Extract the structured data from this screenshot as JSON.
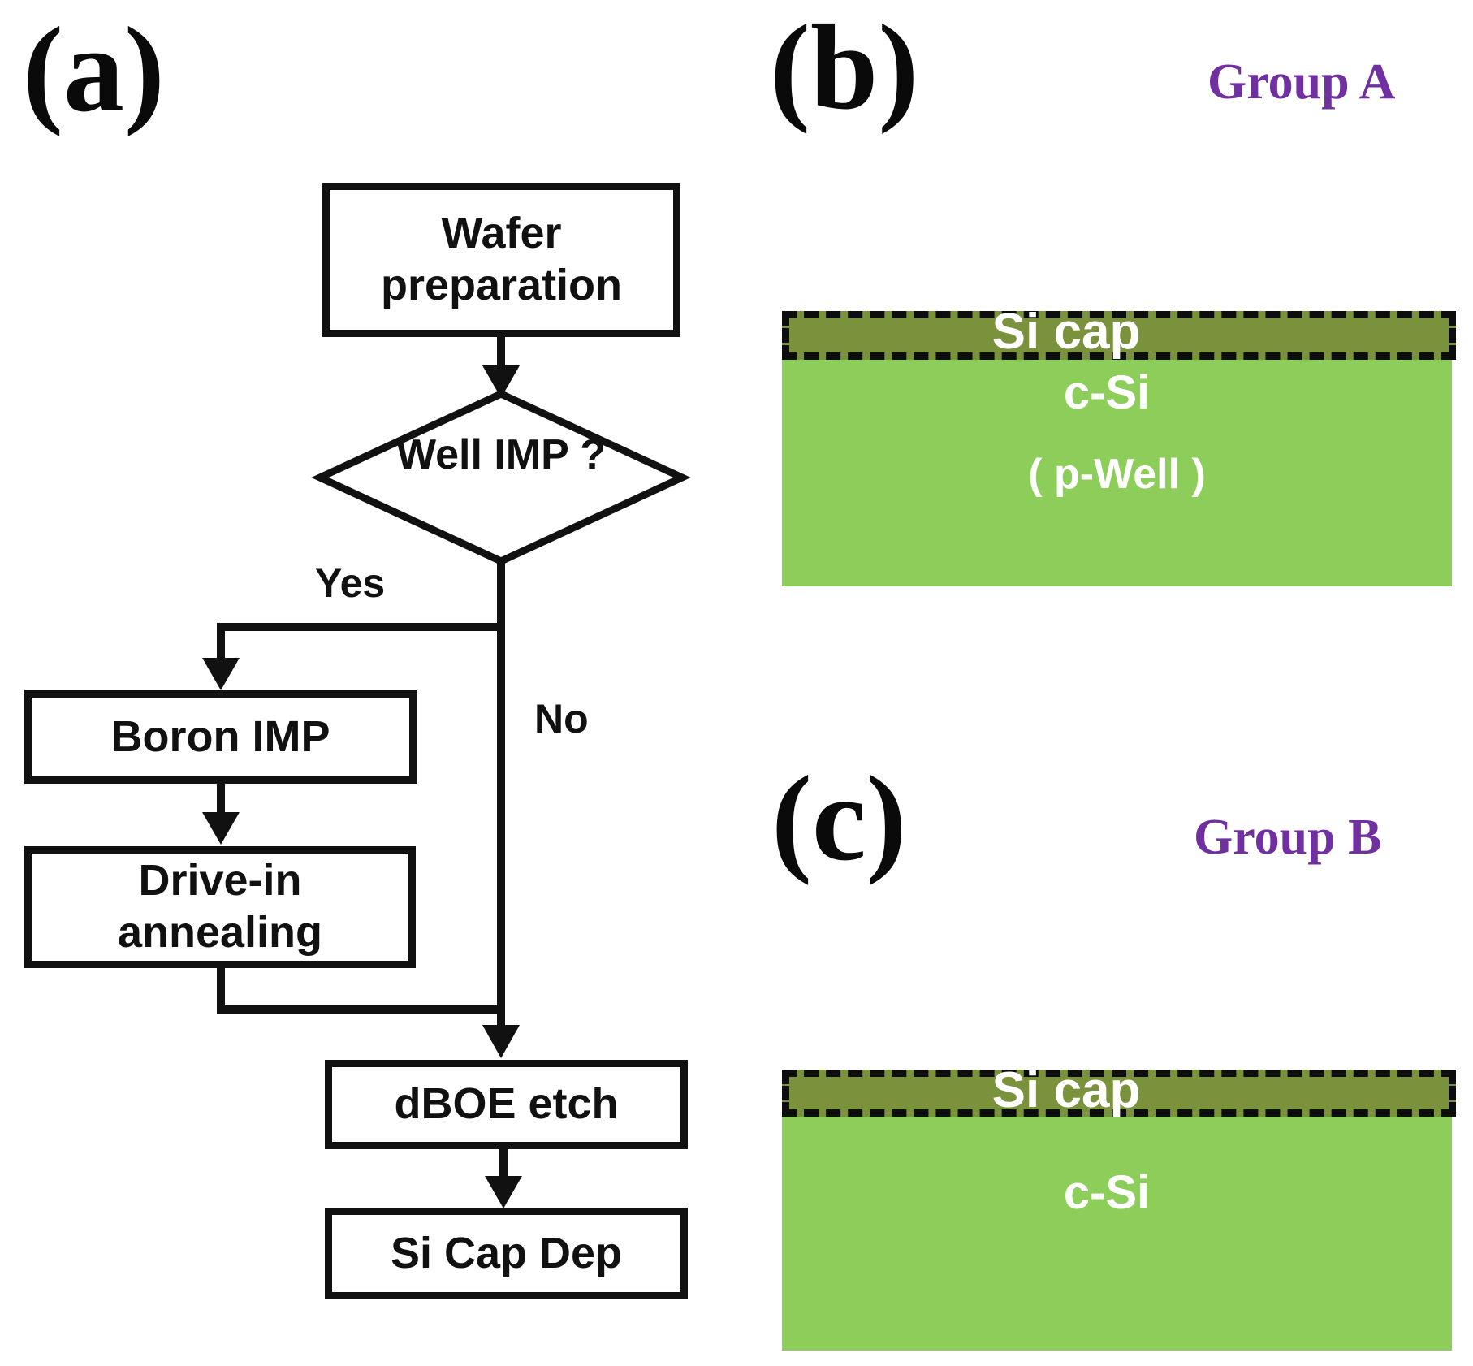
{
  "panel_a": {
    "label": "(a)",
    "flowchart": {
      "wafer_prep": "Wafer preparation",
      "decision": "Well IMP ?",
      "yes_label": "Yes",
      "no_label": "No",
      "boron_imp": "Boron IMP",
      "drive_in": "Drive-in annealing",
      "dboe_etch": "dBOE etch",
      "si_cap_dep": "Si Cap Dep"
    }
  },
  "panel_b": {
    "label": "(b)",
    "group_label": "Group A",
    "layers": {
      "cap": "Si cap",
      "bulk": "c-Si",
      "well": "( p-Well )"
    }
  },
  "panel_c": {
    "label": "(c)",
    "group_label": "Group B",
    "layers": {
      "cap": "Si cap",
      "bulk": "c-Si"
    }
  },
  "colors": {
    "si_cap_fill": "#7a923c",
    "c_si_fill": "#8dce5a",
    "group_text": "#7030a0",
    "flow_stroke": "#111111"
  }
}
